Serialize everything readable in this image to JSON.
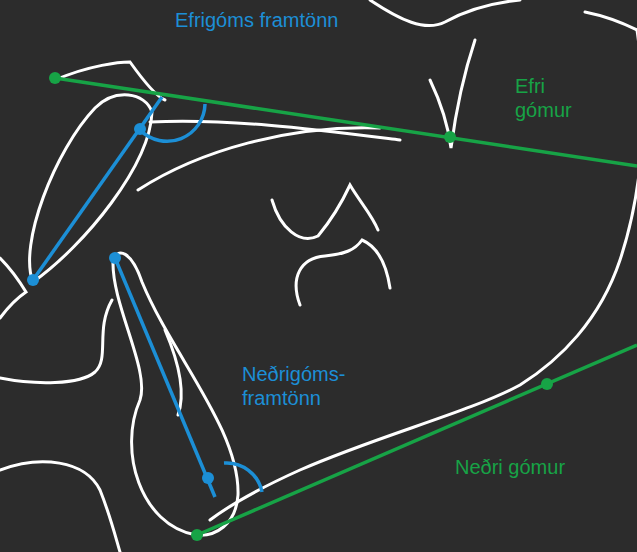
{
  "diagram": {
    "labels": [
      "Efrigóms framtönn",
      "Efri gómur",
      "Neðrigóms- framtönn",
      "Neðri gómur"
    ]
  }
}
